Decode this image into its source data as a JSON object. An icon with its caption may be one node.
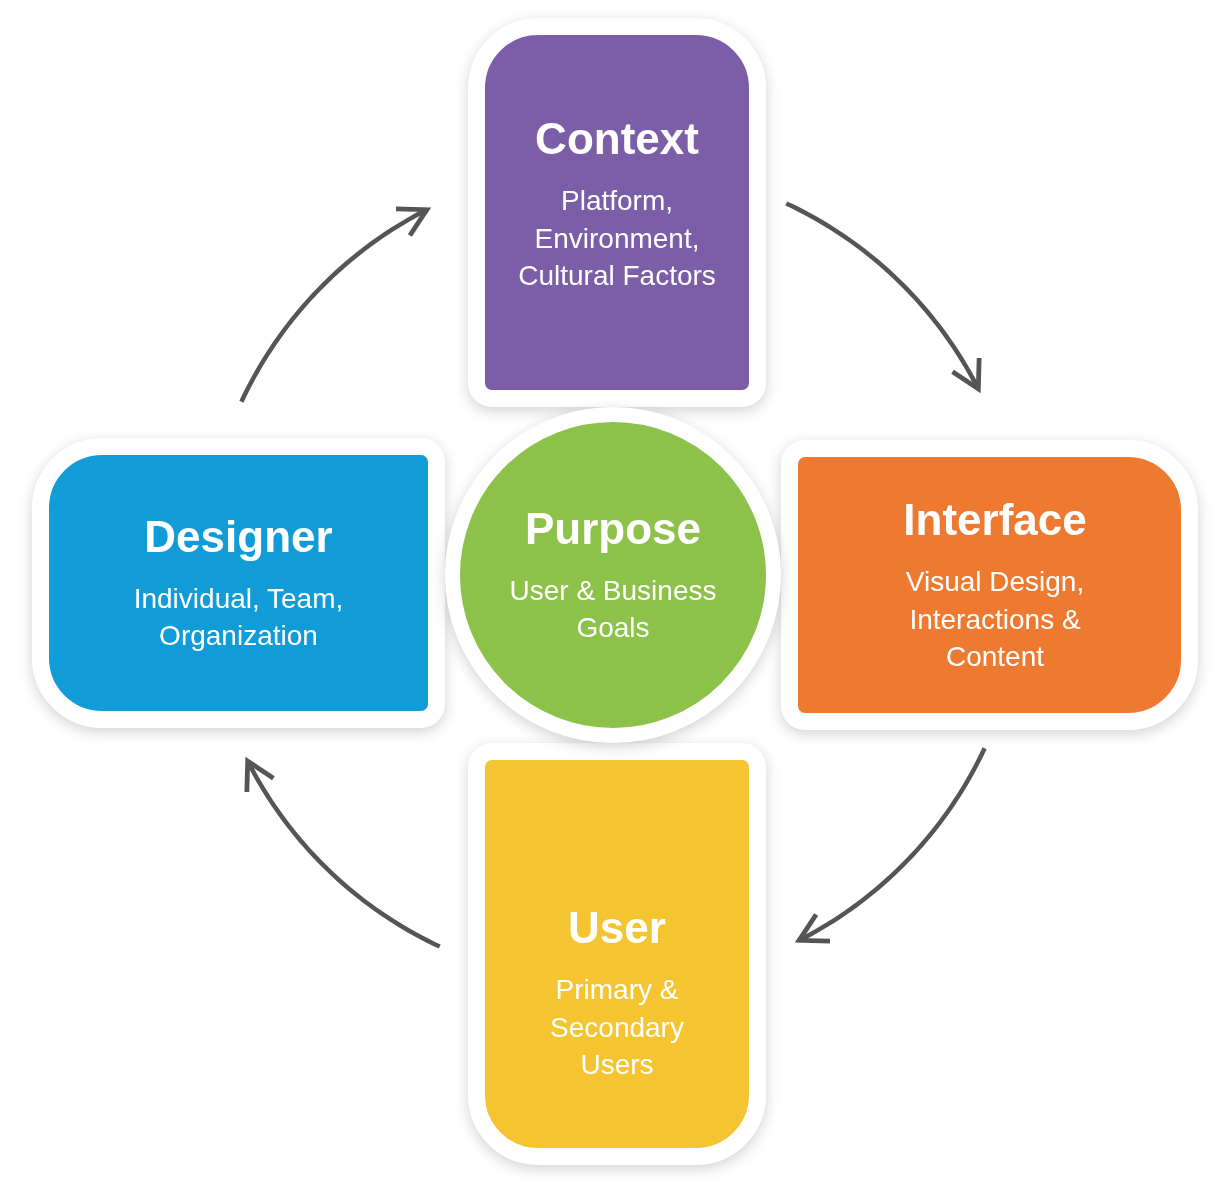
{
  "diagram": {
    "nodes": [
      {
        "text": [
          "Context",
          "Platform, Environment, Cultural Factors"
        ]
      },
      {
        "text": [
          "Designer",
          "Individual, Team, Organization"
        ]
      },
      {
        "text": [
          "Purpose",
          "User & Business Goals"
        ]
      },
      {
        "text": [
          "Interface",
          "Visual Design, Interactions & Content"
        ]
      },
      {
        "text": [
          "User",
          "Primary & Secondary Users"
        ]
      }
    ],
    "edges": [
      {
        "from": 1,
        "to": 0,
        "arrow": "to"
      },
      {
        "from": 0,
        "to": 3,
        "arrow": "to"
      },
      {
        "from": 3,
        "to": 4,
        "arrow": "to"
      },
      {
        "from": 4,
        "to": 1,
        "arrow": "to"
      }
    ]
  }
}
